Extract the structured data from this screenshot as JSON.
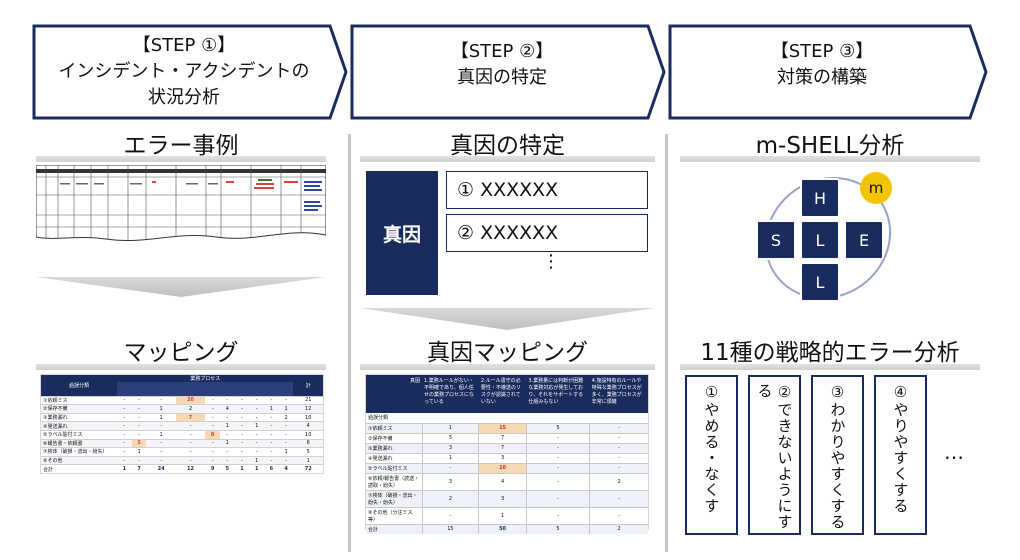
{
  "steps": [
    {
      "tag": "【STEP ①】",
      "line1": "インシデント・アクシデントの",
      "line2": "状況分析"
    },
    {
      "tag": "【STEP ②】",
      "line1": "真因の特定",
      "line2": ""
    },
    {
      "tag": "【STEP ③】",
      "line1": "対策の構築",
      "line2": ""
    }
  ],
  "col1": {
    "top_title": "エラー事例",
    "bottom_title": "マッピング"
  },
  "col2": {
    "top_title": "真因の特定",
    "cause_label": "真因",
    "cause_items": [
      "① XXXXXX",
      "② XXXXXX"
    ],
    "dots": "⋮",
    "bottom_title": "真因マッピング"
  },
  "col3": {
    "top_title": "m-SHELL分析",
    "bottom_title": "11種の戦略的エラー分析",
    "shell": {
      "m": "m",
      "h": "H",
      "s": "S",
      "l1": "L",
      "e": "E",
      "l2": "L"
    },
    "cards": [
      "①やめる・なくす",
      "②できないようにする",
      "③わかりやすくする",
      "④やりやすくする"
    ],
    "more": "…"
  },
  "colors": {
    "navy": "#1a2b5e",
    "yellow": "#f3c400",
    "highlight": "#f8d9b5",
    "red": "#e0433a"
  },
  "map1": {
    "header_left": "過誤分類",
    "group1": "業務プロセス",
    "col_headers": [
      "",
      "",
      "",
      "",
      "",
      "",
      "",
      "",
      "",
      "",
      "計"
    ],
    "rows": [
      {
        "label": "①依頼ミス",
        "vals": [
          "-",
          "-",
          "-",
          "20",
          "-",
          "-",
          "-",
          "-",
          "-",
          "-",
          "21"
        ]
      },
      {
        "label": "②保存不備",
        "vals": [
          "-",
          "-",
          "1",
          "2",
          "-",
          "4",
          "-",
          "-",
          "1",
          "1",
          "12"
        ]
      },
      {
        "label": "③業務漏れ",
        "vals": [
          "-",
          "-",
          "1",
          "7",
          "-",
          "-",
          "-",
          "-",
          "-",
          "2",
          "10"
        ]
      },
      {
        "label": "④発送漏れ",
        "vals": [
          "-",
          "-",
          "-",
          "-",
          "-",
          "1",
          "-",
          "1",
          "-",
          "-",
          "4"
        ]
      },
      {
        "label": "⑤ラベル貼付ミス",
        "vals": [
          "-",
          "-",
          "1",
          "-",
          "8",
          "-",
          "-",
          "-",
          "-",
          "-",
          "10"
        ]
      },
      {
        "label": "⑥報告書・依頼書",
        "vals": [
          "-",
          "5",
          "-",
          "-",
          "-",
          "1",
          "-",
          "-",
          "-",
          "-",
          "6"
        ]
      },
      {
        "label": "⑦検体（破損・流出・紛失）",
        "vals": [
          "-",
          "1",
          "-",
          "-",
          "-",
          "-",
          "-",
          "-",
          "-",
          "1",
          "5"
        ]
      },
      {
        "label": "⑧その他",
        "vals": [
          "-",
          "-",
          "-",
          "-",
          "-",
          "-",
          "-",
          "1",
          "-",
          "-",
          "1"
        ]
      },
      {
        "label": "合計",
        "vals": [
          "1",
          "7",
          "24",
          "12",
          "9",
          "5",
          "1",
          "1",
          "6",
          "4",
          "72"
        ]
      }
    ]
  },
  "map2": {
    "header_corner": "真因",
    "header_left": "過誤分類",
    "headers": [
      "1.業務ルールがない・不明確であり、個人任せの業務プロセスになっている",
      "2.ルール違守の必要性・不遵送のリスクが認識されていない",
      "3.業務量には判断が困難な業務対応が発生しており、それをサポートする仕組みもない",
      "4.施設特有のルールや特殊な業務プロセスが多く、業務プロセスが非常に煩雑"
    ],
    "rows": [
      {
        "label": "①依頼ミス",
        "vals": [
          "1",
          "15",
          "5",
          "-"
        ]
      },
      {
        "label": "②保存不備",
        "vals": [
          "5",
          "7",
          "-",
          "-"
        ]
      },
      {
        "label": "③業務漏れ",
        "vals": [
          "3",
          "7",
          "-",
          "-"
        ]
      },
      {
        "label": "④発送漏れ",
        "vals": [
          "1",
          "3",
          "-",
          "-"
        ]
      },
      {
        "label": "⑤ラベル貼付ミス",
        "vals": [
          "-",
          "10",
          "-",
          "-"
        ]
      },
      {
        "label": "⑥依頼/報告書（読送・読取・紛失）",
        "vals": [
          "3",
          "4",
          "-",
          "2"
        ]
      },
      {
        "label": "⑦検体（破損・流出・紛失・紛失）",
        "vals": [
          "2",
          "3",
          "-",
          "-"
        ]
      },
      {
        "label": "⑧その他（分注ミス等）",
        "vals": [
          "-",
          "1",
          "-",
          "-"
        ]
      },
      {
        "label": "合計",
        "vals": [
          "15",
          "50",
          "5",
          "2"
        ]
      }
    ]
  }
}
